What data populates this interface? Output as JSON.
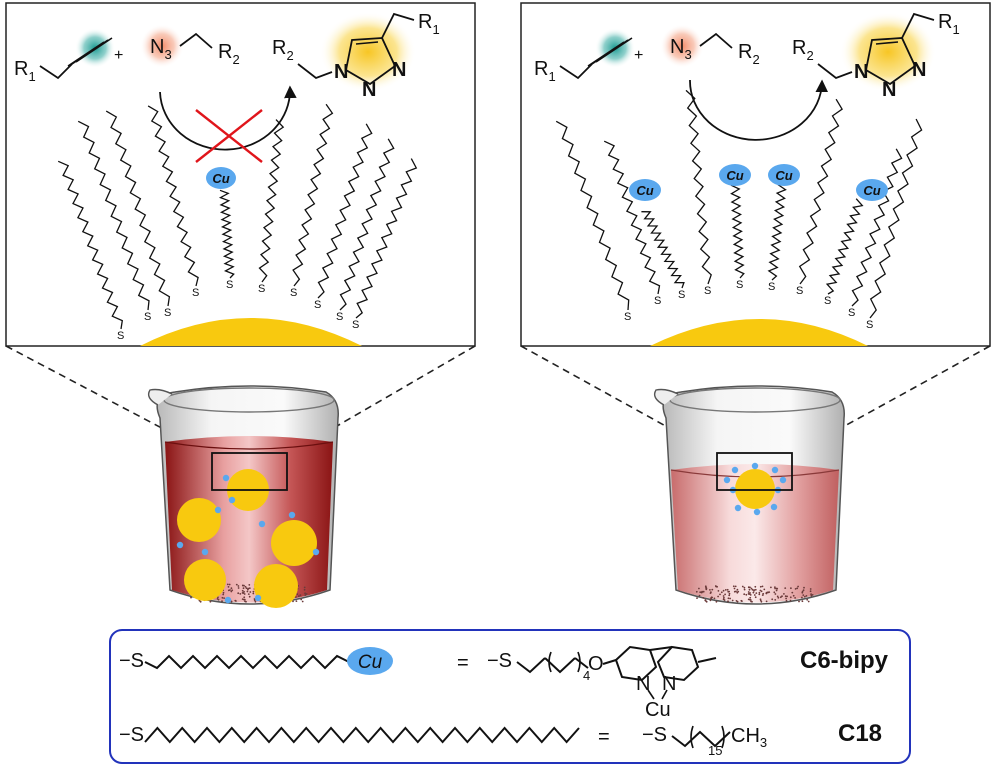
{
  "reaction": {
    "R1": "R",
    "R2": "R",
    "sub1": "1",
    "sub2": "2",
    "plus": "+",
    "N3": "N",
    "N3_sub": "3",
    "N": "N",
    "S": "S",
    "Cu": "Cu"
  },
  "legend": {
    "rows": [
      {
        "name": "C6-bipy",
        "equals": "=",
        "lead": "−S",
        "repeat_sub": "4",
        "O": "O",
        "N": "N",
        "Cu": "Cu"
      },
      {
        "name": "C18",
        "equals": "=",
        "lead": "−S",
        "repeat_sub": "15",
        "tail": "CH",
        "tail_sub": "3"
      }
    ]
  },
  "colors": {
    "gold": "#f8c90f",
    "copper": "#5aa8ee",
    "frame_blue": "#2233bb",
    "alkyne_glow": "#3fa8a0",
    "azide_glow": "#f5a98a",
    "triazole_glow": "#f7d24a",
    "inhibit_cross": "#e0151b",
    "liquid_dark": "#9c2626",
    "liquid_light": "#e9a7a7"
  }
}
